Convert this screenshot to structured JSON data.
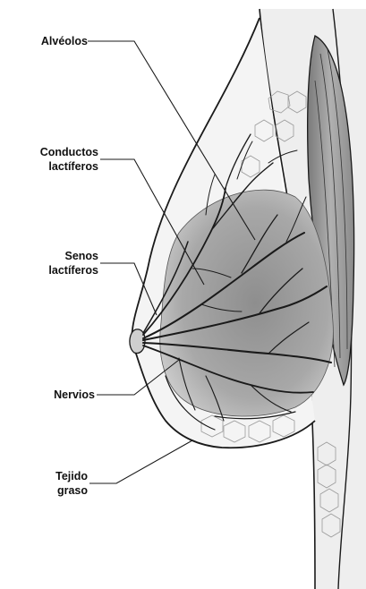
{
  "labels": {
    "alveolos": "Alvéolos",
    "conductos_1": "Conductos",
    "conductos_2": "lactíferos",
    "senos_1": "Senos",
    "senos_2": "lactíferos",
    "nervios": "Nervios",
    "tejido_1": "Tejido",
    "tejido_2": "graso"
  },
  "colors": {
    "background": "#ffffff",
    "line": "#1a1a1a",
    "gland_shade": "#9a9a9a",
    "tissue": "#d8d8d8"
  }
}
